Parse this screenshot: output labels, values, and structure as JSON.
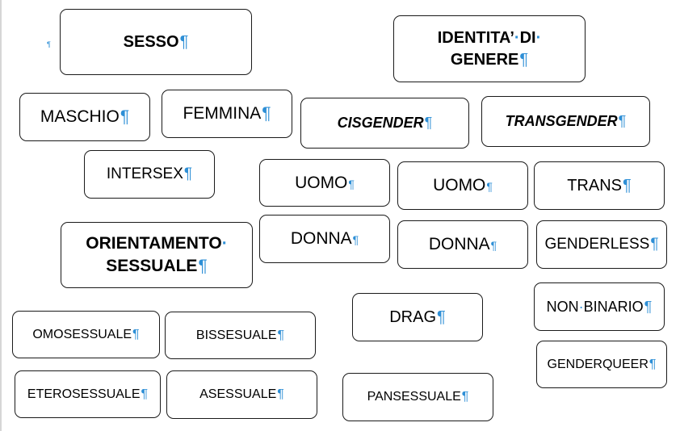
{
  "pilcrow": "¶",
  "dot": "·",
  "accent_color": "#2e8fd6",
  "cards": {
    "sesso": "SESSO",
    "identita_line1a": "IDENTITA’",
    "identita_line1b": "DI",
    "identita_line2": "GENERE",
    "maschio": "MASCHIO",
    "femmina": "FEMMINA",
    "cisgender": "CISGENDER",
    "transgender": "TRANSGENDER",
    "intersex": "INTERSEX",
    "uomo_1": "UOMO",
    "uomo_2": "UOMO",
    "trans": "TRANS",
    "orientamento_line1": "ORIENTAMENTO",
    "orientamento_line2": "SESSUALE",
    "donna_1": "DONNA",
    "donna_2": "DONNA",
    "genderless": "GENDERLESS",
    "non_binario_a": "NON",
    "non_binario_b": "BINARIO",
    "drag": "DRAG",
    "omosessuale": "OMOSESSUALE",
    "bissesuale": "BISSESUALE",
    "genderqueer": "GENDERQUEER",
    "eterosessuale": "ETEROSESSUALE",
    "asessuale": "ASESSUALE",
    "pansessuale": "PANSESSUALE"
  }
}
